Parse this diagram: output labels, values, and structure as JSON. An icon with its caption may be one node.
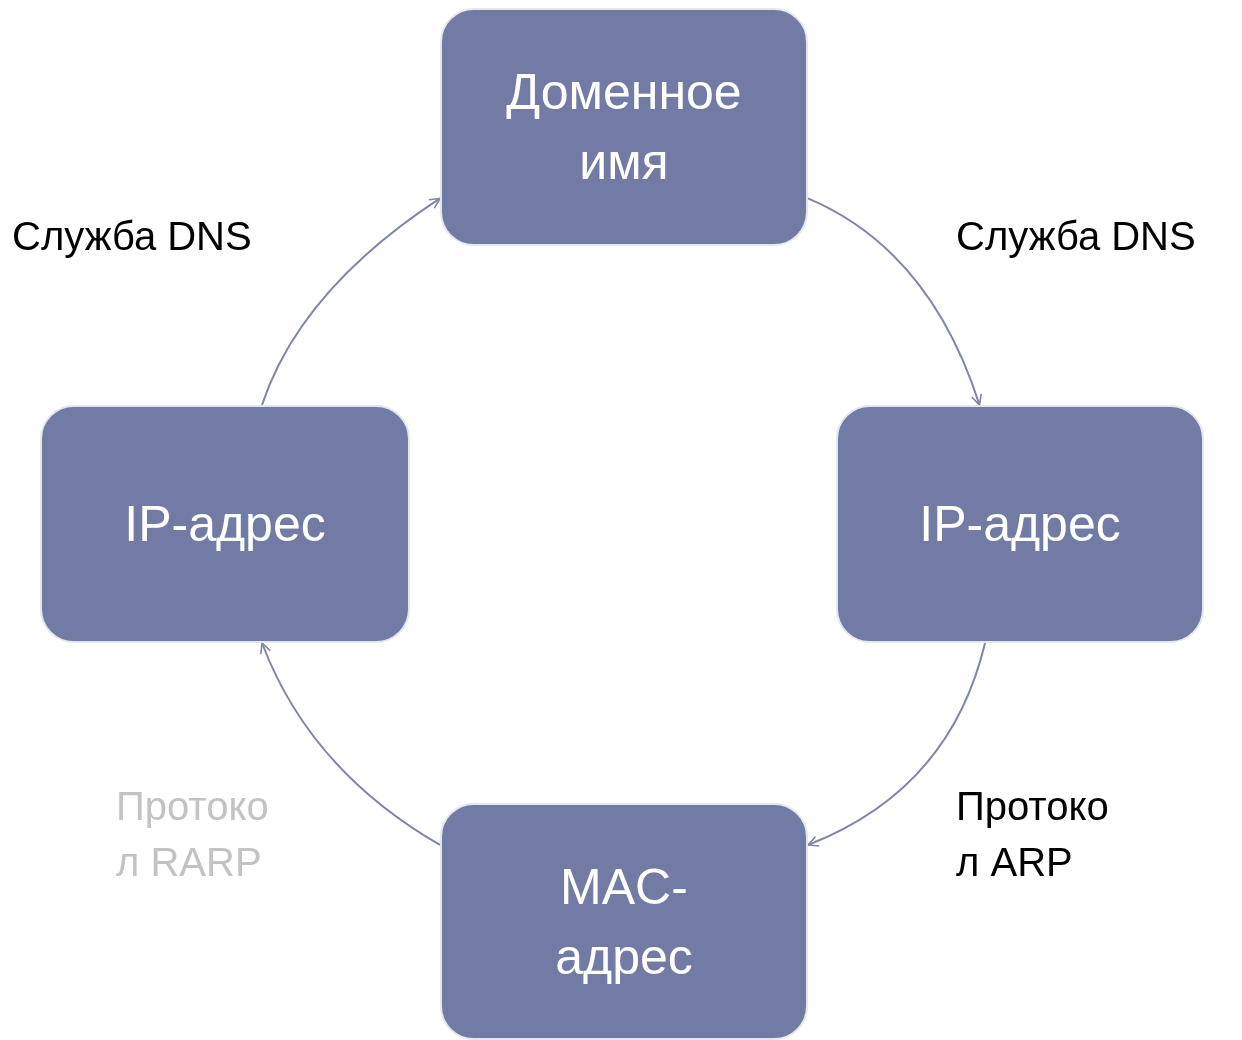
{
  "diagram": {
    "nodes": [
      {
        "text": [
          "Доменное имя"
        ]
      },
      {
        "text": [
          "IP-адрес"
        ]
      },
      {
        "text": [
          "MAC-адрес"
        ]
      },
      {
        "text": [
          "IP-адрес"
        ]
      }
    ],
    "edges": [
      {
        "from": 0,
        "to": 1,
        "arrow": "to",
        "label": "Служба DNS"
      },
      {
        "from": 1,
        "to": 2,
        "arrow": "to",
        "label": "Протоко л ARP"
      },
      {
        "from": 2,
        "to": 3,
        "arrow": "to",
        "label": "Протоко л RARP"
      },
      {
        "from": 3,
        "to": 0,
        "arrow": "to",
        "label": "Служба DNS"
      }
    ]
  }
}
